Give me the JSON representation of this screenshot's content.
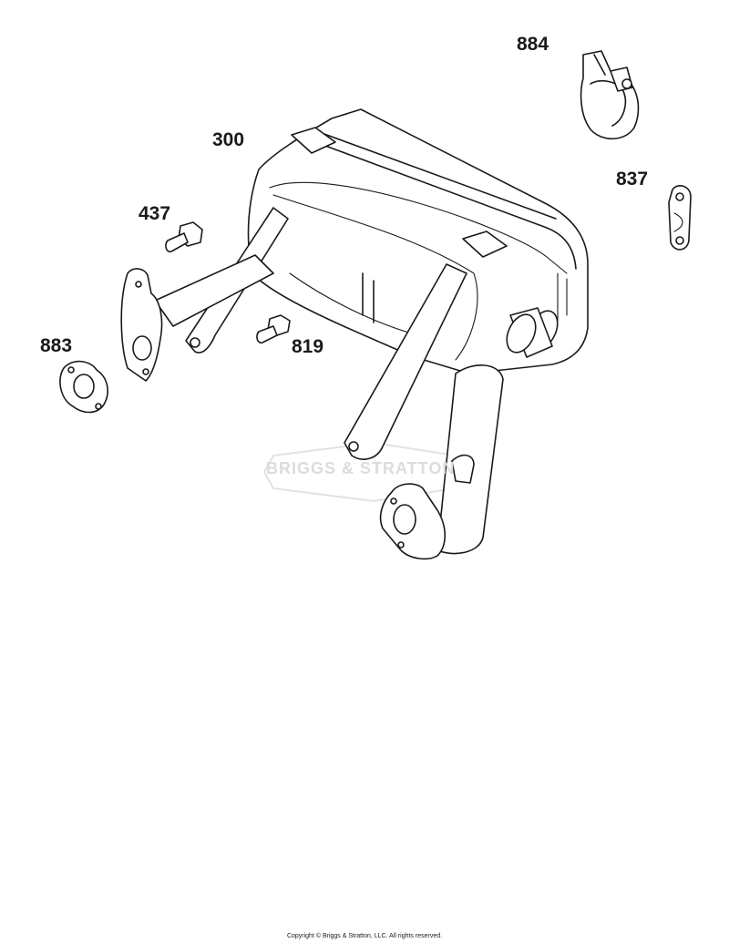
{
  "parts": [
    {
      "id": "muffler",
      "number": "300"
    },
    {
      "id": "clamp",
      "number": "884"
    },
    {
      "id": "lock-plate",
      "number": "837"
    },
    {
      "id": "bolt-upper",
      "number": "437"
    },
    {
      "id": "gasket",
      "number": "883"
    },
    {
      "id": "bolt-lower",
      "number": "819"
    }
  ],
  "watermark": "BRIGGS & STRATTON",
  "copyright": "Copyright © Briggs & Stratton, LLC. All rights reserved."
}
